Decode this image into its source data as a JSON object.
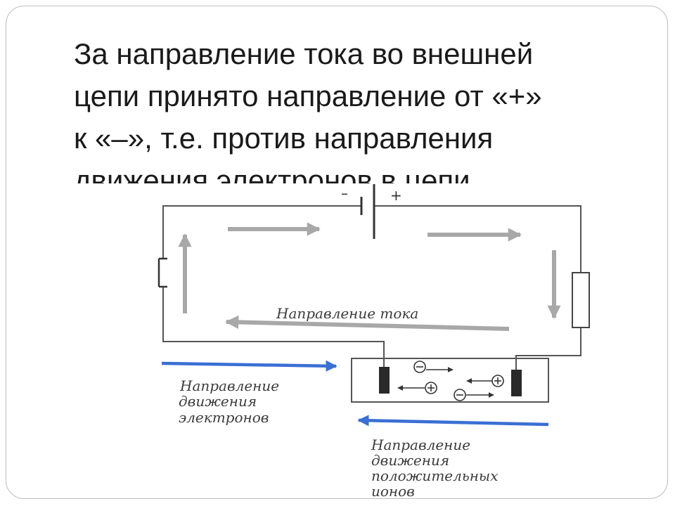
{
  "heading": {
    "lines": [
      "За направление тока во внешней",
      "цепи принято направление от «+»",
      "к «–», т.е. против направления",
      "движения электронов в цепи."
    ]
  },
  "diagram": {
    "battery": {
      "minus_label": "–",
      "plus_label": "+"
    },
    "labels": {
      "current": "Направление тока",
      "electrons": [
        "Направление",
        "движения",
        "электронов"
      ],
      "ions": [
        "Направление",
        "движения",
        "положительных",
        "ионов"
      ]
    },
    "colors": {
      "wire": "#555555",
      "current_arrow": "#a8a8a8",
      "blue_arrow": "#3a6fd4",
      "electrode": "#2a2a2a",
      "label_text": "#3c3c3c"
    }
  }
}
